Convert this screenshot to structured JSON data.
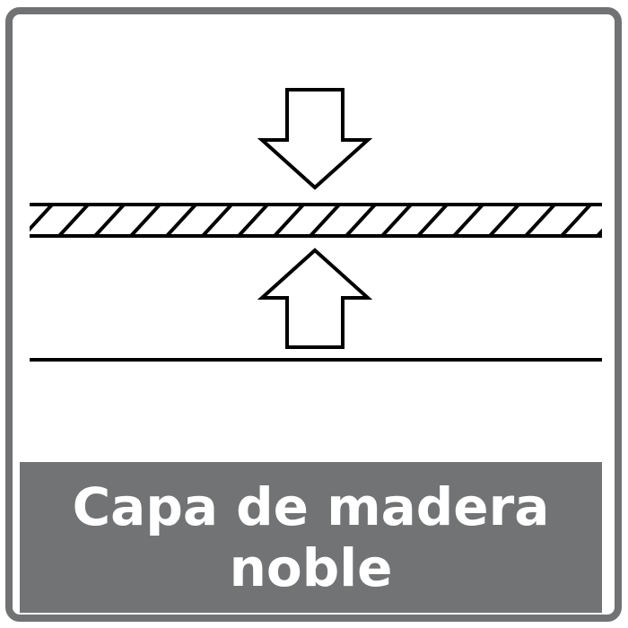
{
  "icon": {
    "title_lines": [
      "Capa de madera",
      "noble"
    ],
    "pictogram": {
      "top_arrow": "arrow-down-icon",
      "layer": "hatched-wood-layer",
      "bottom_arrow": "arrow-up-icon",
      "base": "base-line"
    },
    "colors": {
      "frame": "#707274",
      "label_background": "#717375",
      "label_text": "#ffffff",
      "stroke": "#000000",
      "background": "#ffffff"
    }
  }
}
